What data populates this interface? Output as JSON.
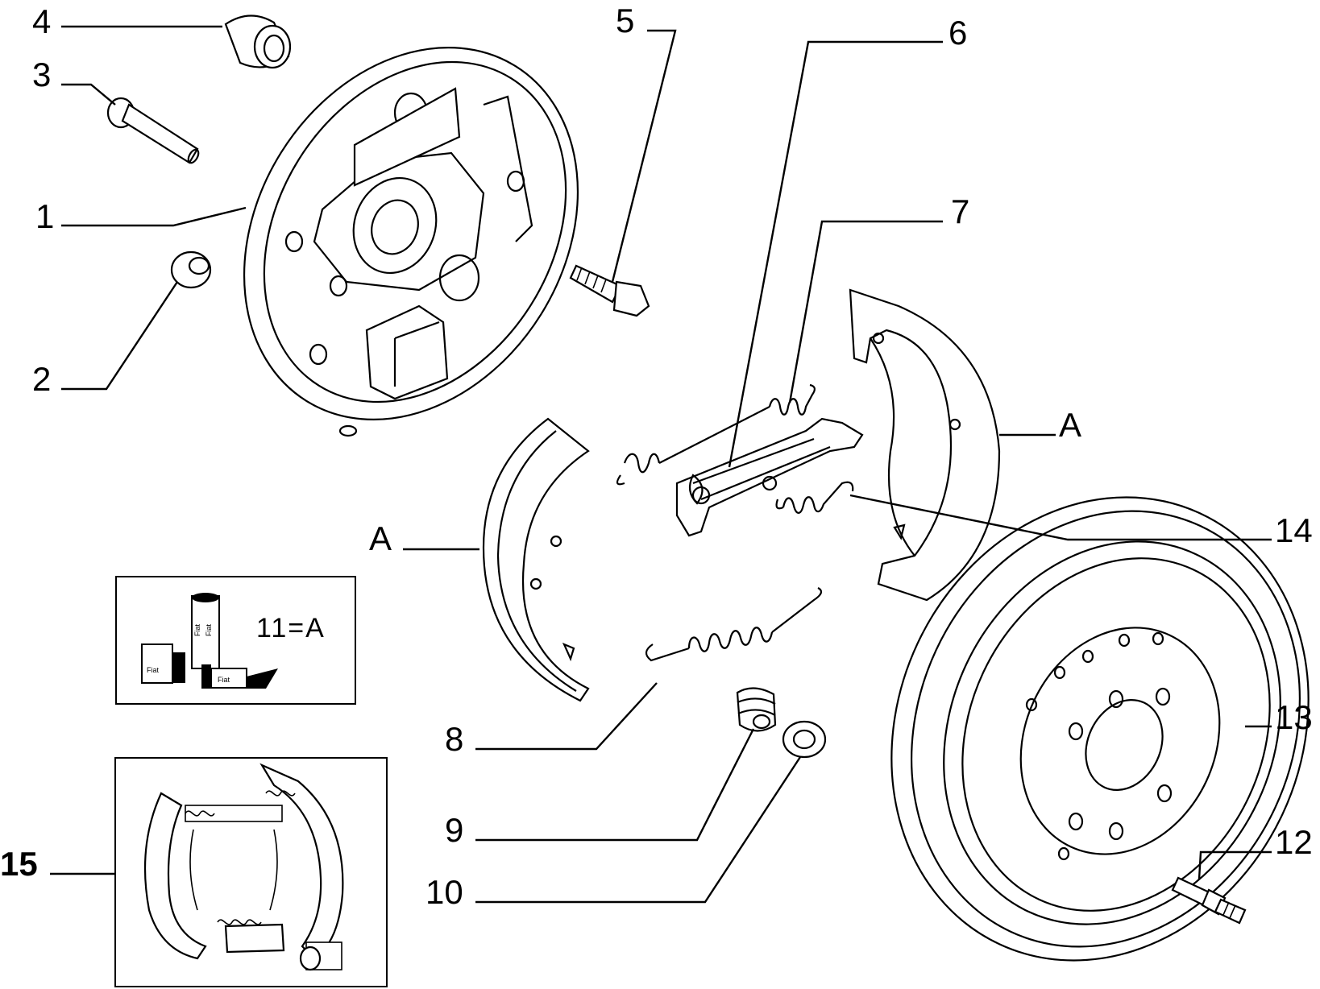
{
  "callouts": {
    "c1": "1",
    "c2": "2",
    "c3": "3",
    "c4": "4",
    "c5": "5",
    "c6": "6",
    "c7": "7",
    "c8": "8",
    "c9": "9",
    "c10": "10",
    "c12": "12",
    "c13": "13",
    "c14": "14",
    "c15": "15",
    "a_left": "A",
    "a_right": "A"
  },
  "inset": {
    "formula": "11=A",
    "brand": "Fiat"
  }
}
